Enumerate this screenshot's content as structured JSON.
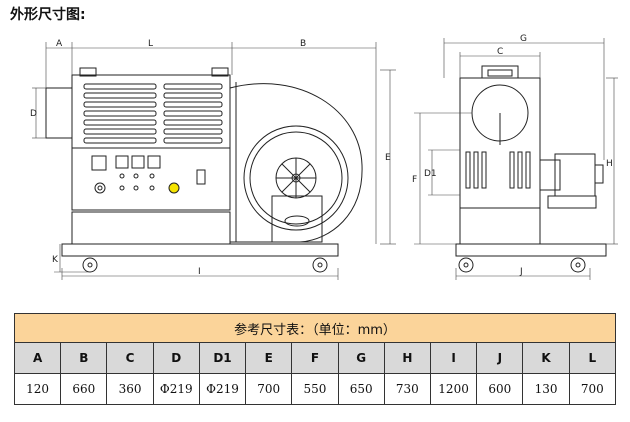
{
  "title": "外形尺寸图:",
  "dim_labels": {
    "A": "A",
    "L": "L",
    "B": "B",
    "D": "D",
    "E": "E",
    "K": "K",
    "I": "I",
    "G": "G",
    "C": "C",
    "D1": "D1",
    "F": "F",
    "H": "H",
    "J": "J"
  },
  "table": {
    "caption": "参考尺寸表：（单位：mm）",
    "headers": [
      "A",
      "B",
      "C",
      "D",
      "D1",
      "E",
      "F",
      "G",
      "H",
      "I",
      "J",
      "K",
      "L"
    ],
    "values": [
      "120",
      "660",
      "360",
      "Φ219",
      "Φ219",
      "700",
      "550",
      "650",
      "730",
      "1200",
      "600",
      "130",
      "700"
    ]
  }
}
